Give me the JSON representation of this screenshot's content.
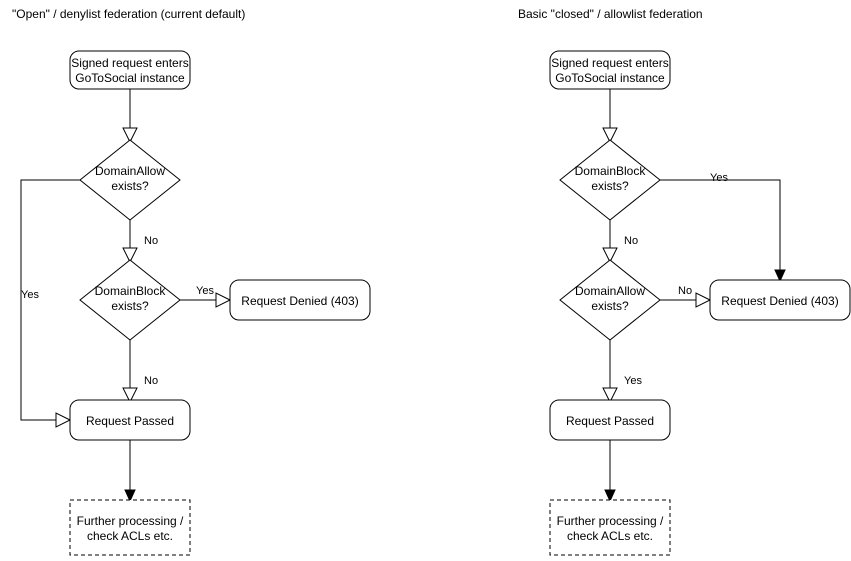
{
  "page": {
    "background": "#ffffff",
    "line_color": "#000000",
    "text_color": "#000000"
  },
  "columns": [
    {
      "id": "open-denylist",
      "title": "\"Open\" / denylist federation (current default)",
      "nodes": {
        "start": {
          "label_line1": "Signed request enters",
          "label_line2": "GoToSocial instance",
          "shape": "rounded-rect"
        },
        "decision1": {
          "label_line1": "DomainAllow",
          "label_line2": "exists?",
          "shape": "diamond"
        },
        "decision2": {
          "label_line1": "DomainBlock",
          "label_line2": "exists?",
          "shape": "diamond"
        },
        "denied": {
          "label": "Request Denied (403)",
          "shape": "rounded-rect"
        },
        "passed": {
          "label": "Request Passed",
          "shape": "rounded-rect"
        },
        "further": {
          "label_line1": "Further processing /",
          "label_line2": "check ACLs etc.",
          "shape": "dashed-rect"
        }
      },
      "edge_labels": {
        "allow_yes": "Yes",
        "allow_no": "No",
        "block_yes": "Yes",
        "block_no": "No"
      }
    },
    {
      "id": "closed-allowlist",
      "title": "Basic \"closed\" / allowlist federation",
      "nodes": {
        "start": {
          "label_line1": "Signed request enters",
          "label_line2": "GoToSocial instance",
          "shape": "rounded-rect"
        },
        "decision1": {
          "label_line1": "DomainBlock",
          "label_line2": "exists?",
          "shape": "diamond"
        },
        "decision2": {
          "label_line1": "DomainAllow",
          "label_line2": "exists?",
          "shape": "diamond"
        },
        "denied": {
          "label": "Request Denied (403)",
          "shape": "rounded-rect"
        },
        "passed": {
          "label": "Request Passed",
          "shape": "rounded-rect"
        },
        "further": {
          "label_line1": "Further processing /",
          "label_line2": "check ACLs etc.",
          "shape": "dashed-rect"
        }
      },
      "edge_labels": {
        "block_yes": "Yes",
        "block_no": "No",
        "allow_no": "No",
        "allow_yes": "Yes"
      }
    }
  ]
}
